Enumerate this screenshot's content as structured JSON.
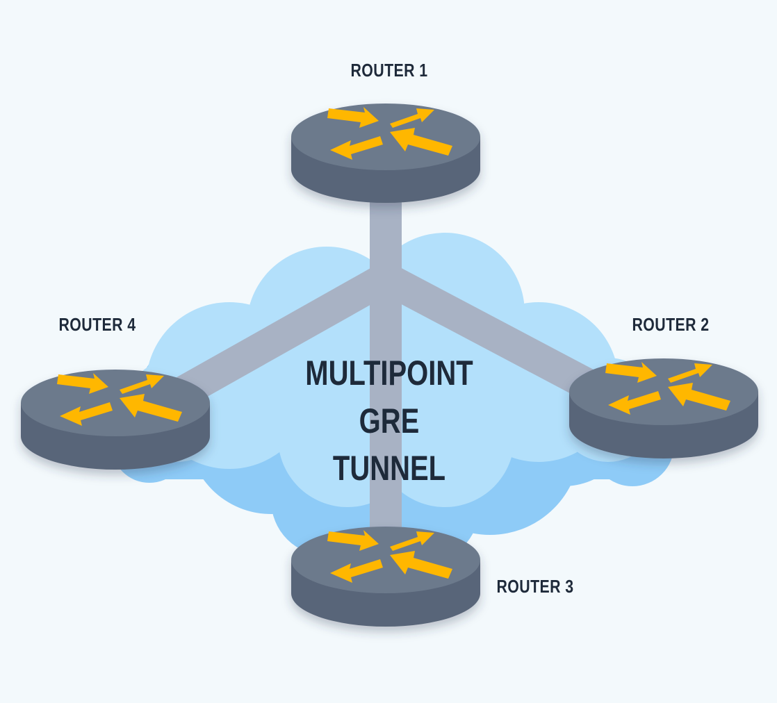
{
  "diagram": {
    "title_line1": "MULTIPOINT",
    "title_line2": "GRE TUNNEL",
    "routers": [
      {
        "label": "ROUTER 1",
        "icon": "router-arrows-icon"
      },
      {
        "label": "ROUTER 2",
        "icon": "router-arrows-icon"
      },
      {
        "label": "ROUTER 3",
        "icon": "router-arrows-icon"
      },
      {
        "label": "ROUTER 4",
        "icon": "router-arrows-icon"
      }
    ],
    "colors": {
      "background": "#f3f9fc",
      "cloud_front": "#b3e0fb",
      "cloud_back": "#8ecbf7",
      "tunnel": "#a8b2c4",
      "router_top": "#6c7a8c",
      "router_side": "#596579",
      "arrows": "#ffb703",
      "text": "#1e2a3a"
    }
  }
}
